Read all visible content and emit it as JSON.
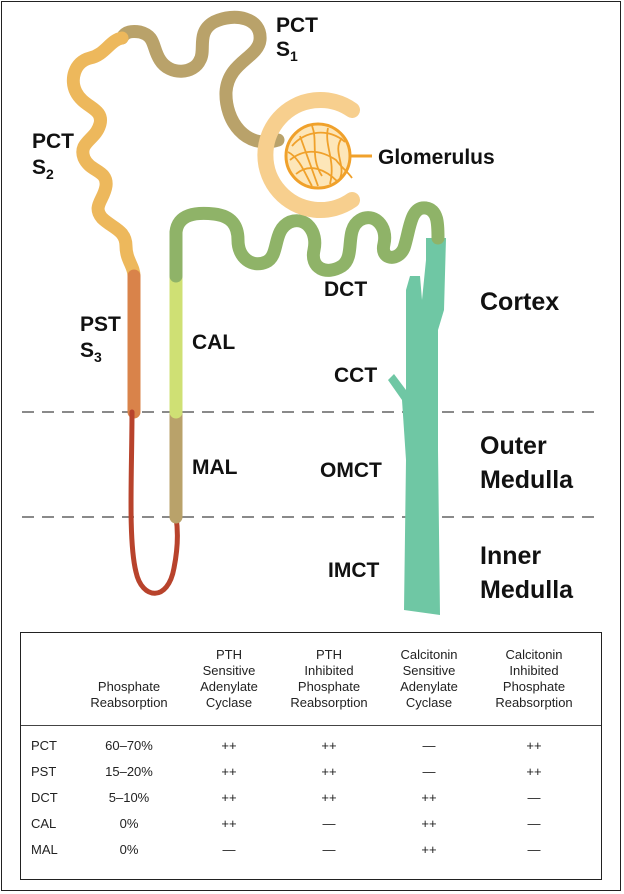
{
  "labels": {
    "pct": "PCT",
    "s1": "S",
    "s1_sub": "1",
    "s2": "S",
    "s2_sub": "2",
    "pst": "PST",
    "s3": "S",
    "s3_sub": "3",
    "glomerulus": "Glomerulus",
    "dct": "DCT",
    "cal": "CAL",
    "cct": "CCT",
    "mal": "MAL",
    "omct": "OMCT",
    "imct": "IMCT"
  },
  "zones": {
    "cortex": "Cortex",
    "outer_1": "Outer",
    "outer_2": "Medulla",
    "inner_1": "Inner",
    "inner_2": "Medulla"
  },
  "colors": {
    "pct_s1": "#b9a26a",
    "pct_s2": "#edb85c",
    "pst": "#d9834a",
    "descending_limb": "#b8432c",
    "mal": "#b9a26a",
    "cal": "#cfe074",
    "dct": "#8fb368",
    "collecting_duct": "#6fc7a4",
    "glomerulus": "#f0a12b",
    "bowman_capsule": "#f7cf8e"
  },
  "table": {
    "headers": [
      [
        "Phosphate",
        "Reabsorption"
      ],
      [
        "PTH",
        "Sensitive",
        "Adenylate",
        "Cyclase"
      ],
      [
        "PTH",
        "Inhibited",
        "Phosphate",
        "Reabsorption"
      ],
      [
        "Calcitonin",
        "Sensitive",
        "Adenylate",
        "Cyclase"
      ],
      [
        "Calcitonin",
        "Inhibited",
        "Phosphate",
        "Reabsorption"
      ]
    ],
    "rows": [
      {
        "segment": "PCT",
        "cells": [
          "60–70%",
          "++",
          "++",
          "—",
          "++"
        ]
      },
      {
        "segment": "PST",
        "cells": [
          "15–20%",
          "++",
          "++",
          "—",
          "++"
        ]
      },
      {
        "segment": "DCT",
        "cells": [
          "5–10%",
          "++",
          "++",
          "++",
          "—"
        ]
      },
      {
        "segment": "CAL",
        "cells": [
          "0%",
          "++",
          "—",
          "++",
          "—"
        ]
      },
      {
        "segment": "MAL",
        "cells": [
          "0%",
          "—",
          "—",
          "++",
          "—"
        ]
      }
    ]
  }
}
